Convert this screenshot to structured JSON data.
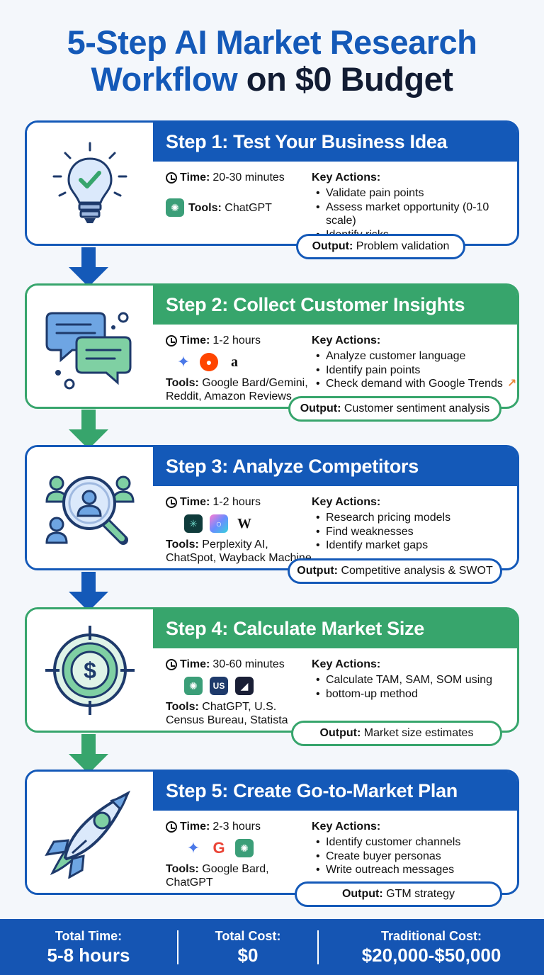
{
  "title": {
    "line1": "5-Step AI Market Research",
    "line2_blue": "Workflow",
    "line2_dark": "on $0 Budget"
  },
  "colors": {
    "blue": "#1459b8",
    "green": "#37a56c",
    "footer": "#1555b3"
  },
  "labels": {
    "time": "Time:",
    "tools": "Tools:",
    "key_actions": "Key Actions:",
    "output": "Output:"
  },
  "steps": [
    {
      "header": "Step 1: Test Your Business Idea",
      "icon": "lightbulb-check-icon",
      "time": "20-30 minutes",
      "tools": "ChatGPT",
      "tool_icons": [
        "chatgpt-icon"
      ],
      "actions": [
        "Validate pain points",
        "Assess market opportunity (0-10 scale)",
        "Identify risks"
      ],
      "output": "Problem validation"
    },
    {
      "header": "Step 2: Collect Customer Insights",
      "icon": "chat-bubbles-icon",
      "time": "1-2 hours",
      "tools_line1": "Google Bard/Gemini,",
      "tools_line2": "Reddit, Amazon Reviews",
      "tool_icons": [
        "gemini-icon",
        "reddit-icon",
        "amazon-icon"
      ],
      "actions": [
        "Analyze customer language",
        "Identify pain points",
        "Check demand with Google Trends"
      ],
      "output": "Customer sentiment analysis"
    },
    {
      "header": "Step 3: Analyze Competitors",
      "icon": "magnifier-people-icon",
      "time": "1-2 hours",
      "tools_line1": "Perplexity AI,",
      "tools_line2": "ChatSpot, Wayback Machine",
      "tool_icons": [
        "perplexity-icon",
        "chatspot-icon",
        "wikipedia-icon"
      ],
      "actions": [
        "Research pricing models",
        "Find weaknesses",
        "Identify market gaps"
      ],
      "output": "Competitive analysis & SWOT"
    },
    {
      "header": "Step 4: Calculate Market Size",
      "icon": "target-dollar-icon",
      "time": "30-60 minutes",
      "tools_line1": "ChatGPT, U.S.",
      "tools_line2": "Census Bureau, Statista",
      "tool_icons": [
        "chatgpt-icon",
        "us-census-icon",
        "statista-icon"
      ],
      "actions": [
        "Calculate TAM, SAM, SOM using",
        "bottom-up method"
      ],
      "output": "Market size estimates"
    },
    {
      "header": "Step 5: Create Go-to-Market Plan",
      "icon": "rocket-icon",
      "time": "2-3 hours",
      "tools_line1": "Google Bard,",
      "tools_line2": "ChatGPT",
      "tool_icons": [
        "gemini-icon",
        "google-icon",
        "chatgpt-icon"
      ],
      "actions": [
        "Identify customer channels",
        "Create buyer personas",
        "Write outreach messages"
      ],
      "output": "GTM strategy"
    }
  ],
  "footer": {
    "total_time_label": "Total Time:",
    "total_time": "5-8 hours",
    "total_cost_label": "Total Cost:",
    "total_cost": "$0",
    "traditional_label": "Traditional Cost:",
    "traditional": "$20,000-$50,000"
  }
}
